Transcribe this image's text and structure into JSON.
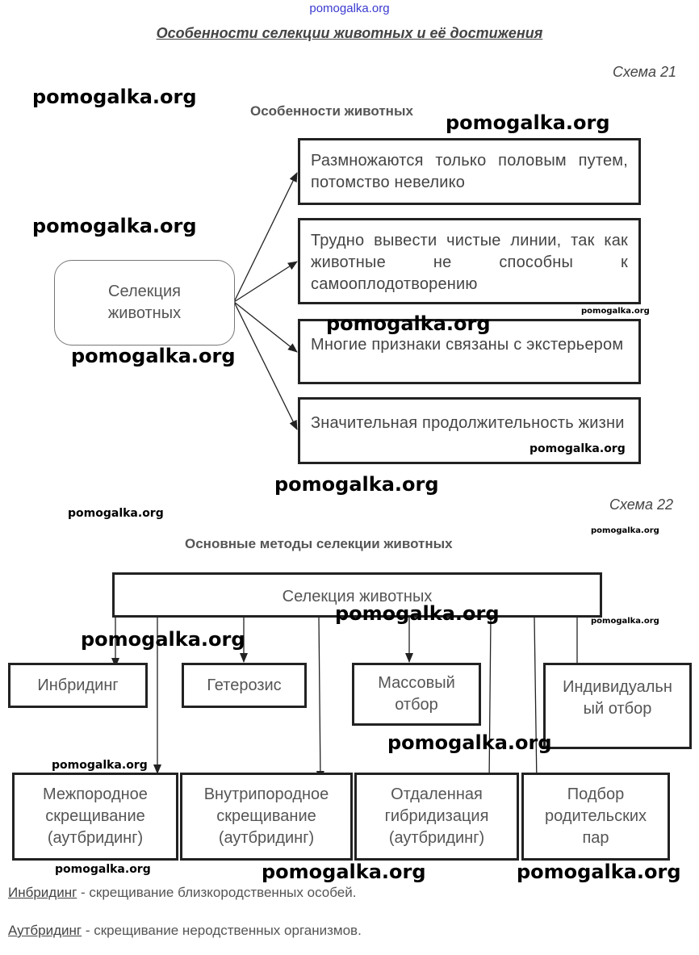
{
  "watermark_top": "pomogalka.org",
  "title": "Особенности селекции животных и её достижения",
  "schema21": {
    "label": "Схема 21",
    "heading": "Особенности животных",
    "center": "Селекция животных",
    "features": [
      "Размножаются только половым путем, потомство невелико",
      "Трудно вывести чистые линии, так как животные не способны к самооплодотворению",
      "Многие признаки связаны с экстерьером",
      "Значительная продолжительность жизни"
    ]
  },
  "schema22": {
    "label": "Схема 22",
    "heading": "Основные методы селекции животных",
    "root": "Селекция животных",
    "row1": [
      "Инбридинг",
      "Гетерозис",
      "Массовый отбор",
      "Индивидуальный отбор"
    ],
    "row2": [
      "Межпородное скрещивание (аутбридинг)",
      "Внутрипородное скрещивание (аутбридинг)",
      "Отдаленная гибридизация (аутбридинг)",
      "Подбор родительских пар"
    ]
  },
  "definitions": [
    {
      "term": "Инбридинг",
      "text": " - скрещивание близкородственных особей."
    },
    {
      "term": "Аутбридинг",
      "text": " - скрещивание неродственных организмов."
    }
  ],
  "watermark": "pomogalka.org"
}
